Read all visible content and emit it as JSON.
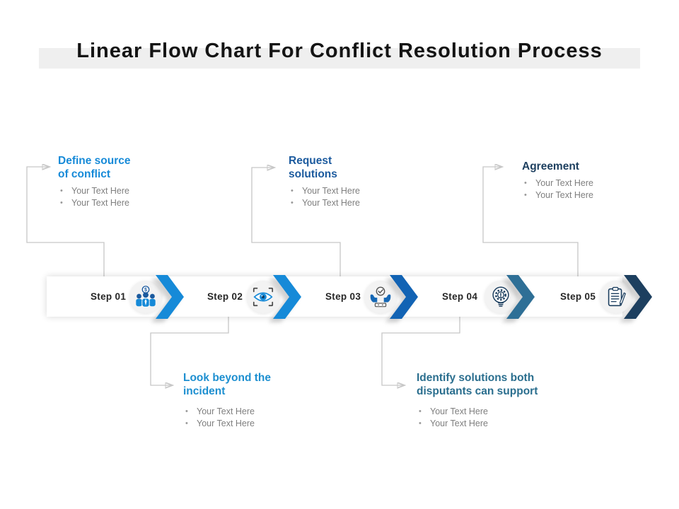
{
  "title": "Linear Flow Chart For Conflict Resolution Process",
  "timeline": {
    "steps": [
      {
        "label": "Step 01",
        "icon": "team-negotiation-icon",
        "chevron_color": "#168ad8"
      },
      {
        "label": "Step 02",
        "icon": "eye-focus-icon",
        "chevron_color": "#168ad8"
      },
      {
        "label": "Step 03",
        "icon": "hands-check-icon",
        "chevron_color": "#1263b4"
      },
      {
        "label": "Step 04",
        "icon": "idea-gear-icon",
        "chevron_color": "#2e6f96"
      },
      {
        "label": "Step 05",
        "icon": "notepad-pen-icon",
        "chevron_color": "#1d3f5f"
      }
    ]
  },
  "callouts": [
    {
      "step": "Step 01",
      "position": "top",
      "heading": "Define source of conflict",
      "heading_color": "#168ad8",
      "bullets": [
        "Your Text Here",
        "Your Text Here"
      ]
    },
    {
      "step": "Step 02",
      "position": "bottom",
      "heading": "Look beyond the incident",
      "heading_color": "#1d8fd0",
      "bullets": [
        "Your Text Here",
        "Your Text Here"
      ]
    },
    {
      "step": "Step 03",
      "position": "top",
      "heading": "Request solutions",
      "heading_color": "#1b5a9e",
      "bullets": [
        "Your Text Here",
        "Your Text Here"
      ]
    },
    {
      "step": "Step 04",
      "position": "bottom",
      "heading": "Identify solutions both disputants can support",
      "heading_color": "#2a6e8e",
      "bullets": [
        "Your Text Here",
        "Your Text Here"
      ]
    },
    {
      "step": "Step 05",
      "position": "top",
      "heading": "Agreement",
      "heading_color": "#1d3f5f",
      "bullets": [
        "Your Text Here",
        "Your Text Here"
      ]
    }
  ],
  "colors": {
    "connector": "#c7c7c7",
    "title_band": "#efefef",
    "title_text": "#141414",
    "bullet_text": "#7f7f7f",
    "bar_background": "#ffffff"
  }
}
